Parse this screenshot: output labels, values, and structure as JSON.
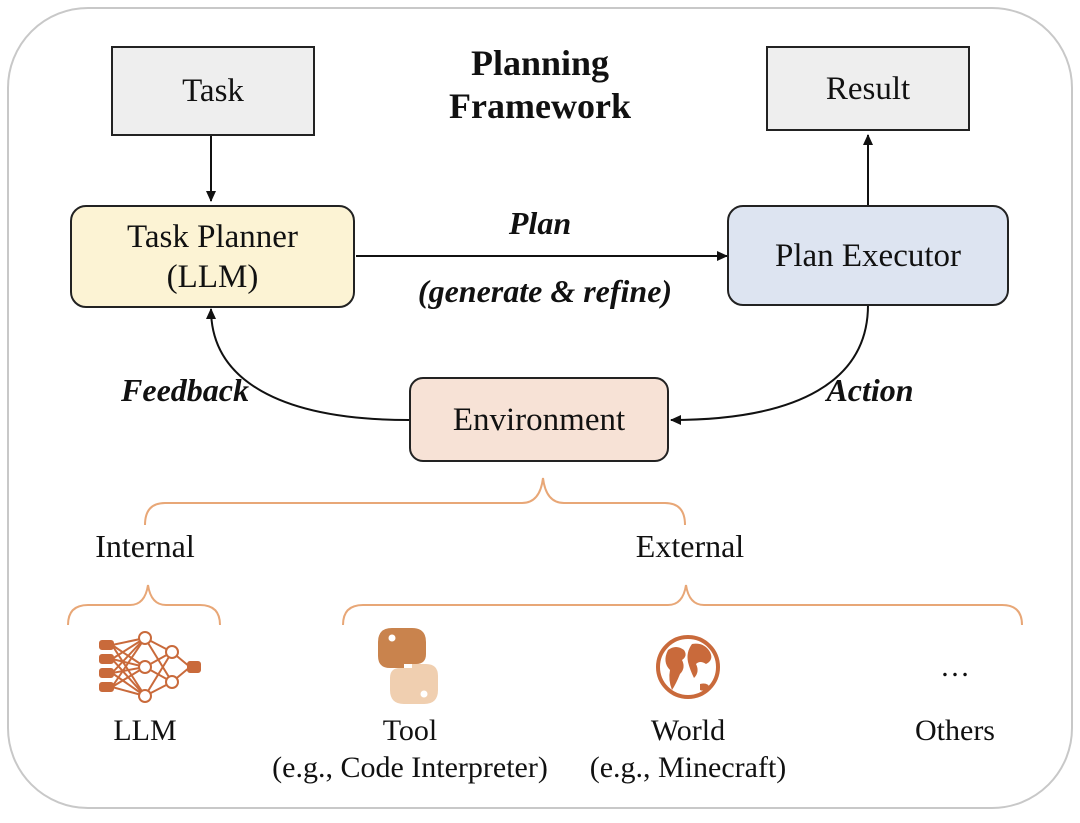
{
  "title": [
    "Planning",
    "Framework"
  ],
  "boxes": {
    "task": "Task",
    "result": "Result",
    "planner": [
      "Task Planner",
      "(LLM)"
    ],
    "executor": "Plan Executor",
    "environment": "Environment"
  },
  "edges": {
    "plan": "Plan",
    "plan_sub": "(generate & refine)",
    "feedback": "Feedback",
    "action": "Action"
  },
  "categories": {
    "internal": "Internal",
    "external": "External"
  },
  "items": [
    {
      "icon": "neural-network-icon",
      "label": "LLM",
      "sub": ""
    },
    {
      "icon": "python-icon",
      "label": "Tool",
      "sub": "(e.g., Code Interpreter)"
    },
    {
      "icon": "globe-icon",
      "label": "World",
      "sub": "(e.g., Minecraft)"
    },
    {
      "icon": "ellipsis-icon",
      "label": "Others",
      "sub": "",
      "glyph": "…"
    }
  ],
  "colors": {
    "brace": "#e8a777",
    "icon": "#c96a3b",
    "planner_fill": "#fcf3d4",
    "executor_fill": "#dde4f1",
    "env_fill": "#f7e2d6",
    "box_fill": "#eeeeee"
  }
}
